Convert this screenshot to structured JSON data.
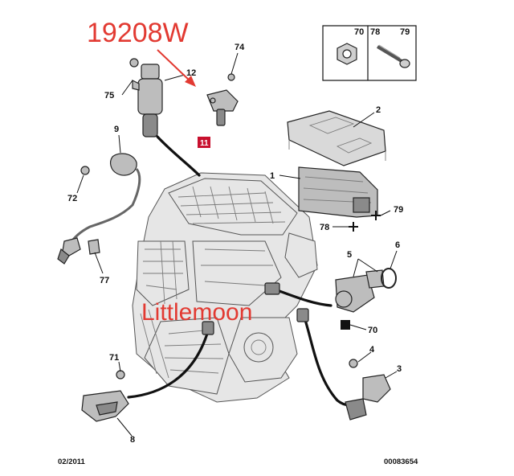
{
  "watermark": {
    "code": "19208W",
    "brand": "Littlemoon"
  },
  "legend_box": {
    "labels": [
      "70",
      "78",
      "79"
    ]
  },
  "callouts": {
    "c1": "1",
    "c2": "2",
    "c3": "3",
    "c4": "4",
    "c5": "5",
    "c6": "6",
    "c8": "8",
    "c9": "9",
    "c11": "11",
    "c12": "12",
    "c70a": "70",
    "c71": "71",
    "c72": "72",
    "c74": "74",
    "c75": "75",
    "c77": "77",
    "c78": "78",
    "c79": "79"
  },
  "footer": {
    "date": "02/2011",
    "ref": "00083654"
  },
  "colors": {
    "watermark": "#e23a32",
    "highlight_box": "#c8102e"
  }
}
